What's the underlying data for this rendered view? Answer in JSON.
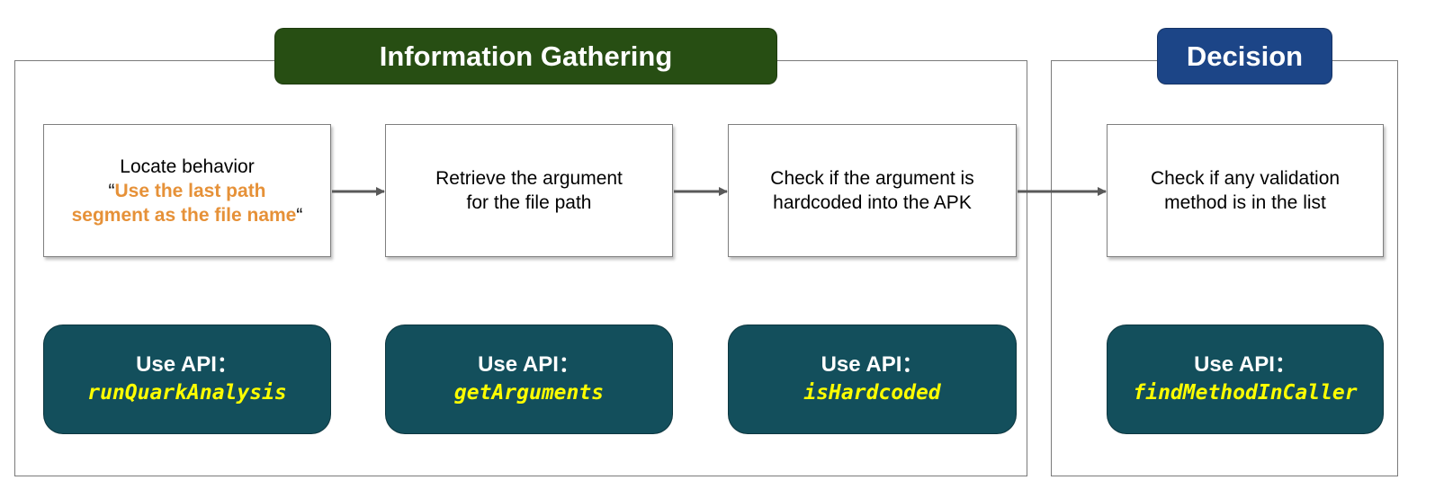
{
  "sections": {
    "info_gathering": {
      "title": "Information Gathering",
      "color": "#274e13"
    },
    "decision": {
      "title": "Decision",
      "color": "#1c4587"
    }
  },
  "steps": [
    {
      "line1": "Locate behavior",
      "quote_open": "“",
      "highlight1": "Use the last path",
      "highlight2": "segment as the file name",
      "quote_close": "“"
    },
    {
      "line1": "Retrieve the argument",
      "line2": "for the file path"
    },
    {
      "line1": "Check if the argument is",
      "line2": "hardcoded into the APK"
    },
    {
      "line1": "Check if any validation",
      "line2": "method is in the list"
    }
  ],
  "apis": [
    {
      "label": "Use API：",
      "name": "runQuarkAnalysis"
    },
    {
      "label": "Use API：",
      "name": "getArguments"
    },
    {
      "label": "Use API：",
      "name": "isHardcoded"
    },
    {
      "label": "Use API：",
      "name": "findMethodInCaller"
    }
  ],
  "colors": {
    "api_box": "#134f5c",
    "api_name": "#ffff00",
    "highlight": "#e69138"
  }
}
